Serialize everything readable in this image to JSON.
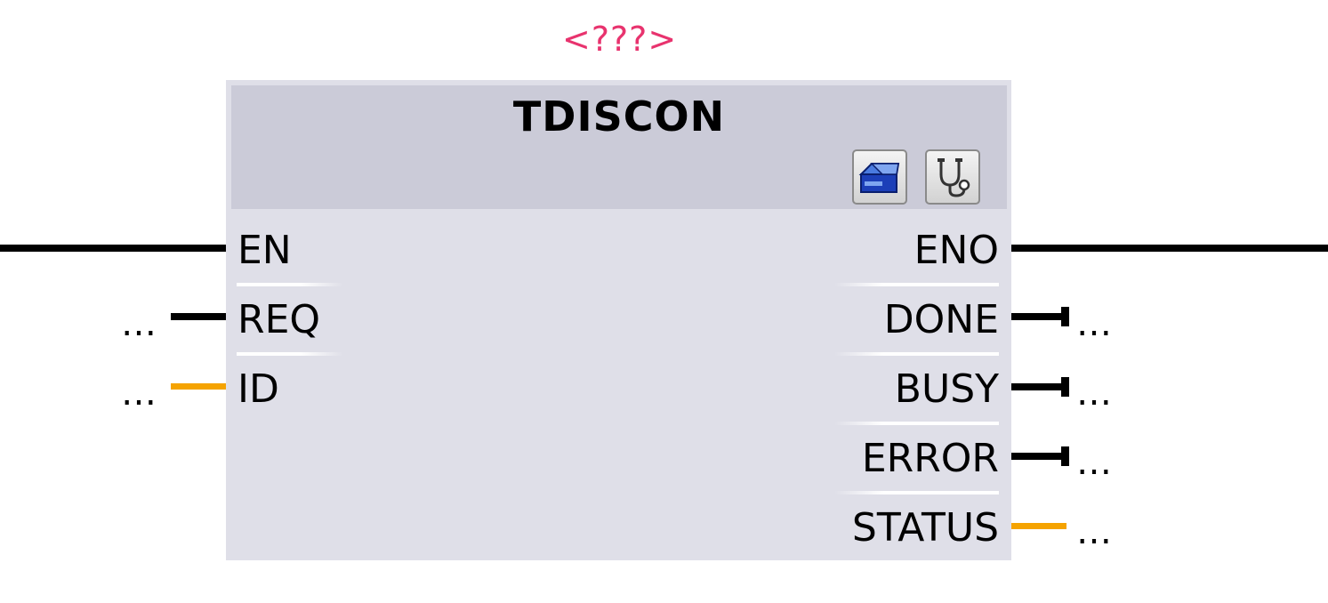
{
  "block": {
    "instance_name": "<???>",
    "title": "TDISCON",
    "icons": [
      "open-block-icon",
      "diagnostics-stethoscope-icon"
    ],
    "inputs": [
      {
        "label": "EN",
        "value": "",
        "type": "power-rail"
      },
      {
        "label": "REQ",
        "value": "…",
        "type": "Bool"
      },
      {
        "label": "ID",
        "value": "…",
        "type": "Word"
      }
    ],
    "outputs": [
      {
        "label": "ENO",
        "value": "",
        "type": "power-rail"
      },
      {
        "label": "DONE",
        "value": "…",
        "type": "Bool"
      },
      {
        "label": "BUSY",
        "value": "…",
        "type": "Bool"
      },
      {
        "label": "ERROR",
        "value": "…",
        "type": "Bool"
      },
      {
        "label": "STATUS",
        "value": "…",
        "type": "Word"
      }
    ]
  },
  "colors": {
    "instance_text": "#e8336e",
    "block_body": "#dfdfe8",
    "block_header": "#cbcbd8",
    "bool_wire": "#000000",
    "word_wire": "#f5a300"
  }
}
